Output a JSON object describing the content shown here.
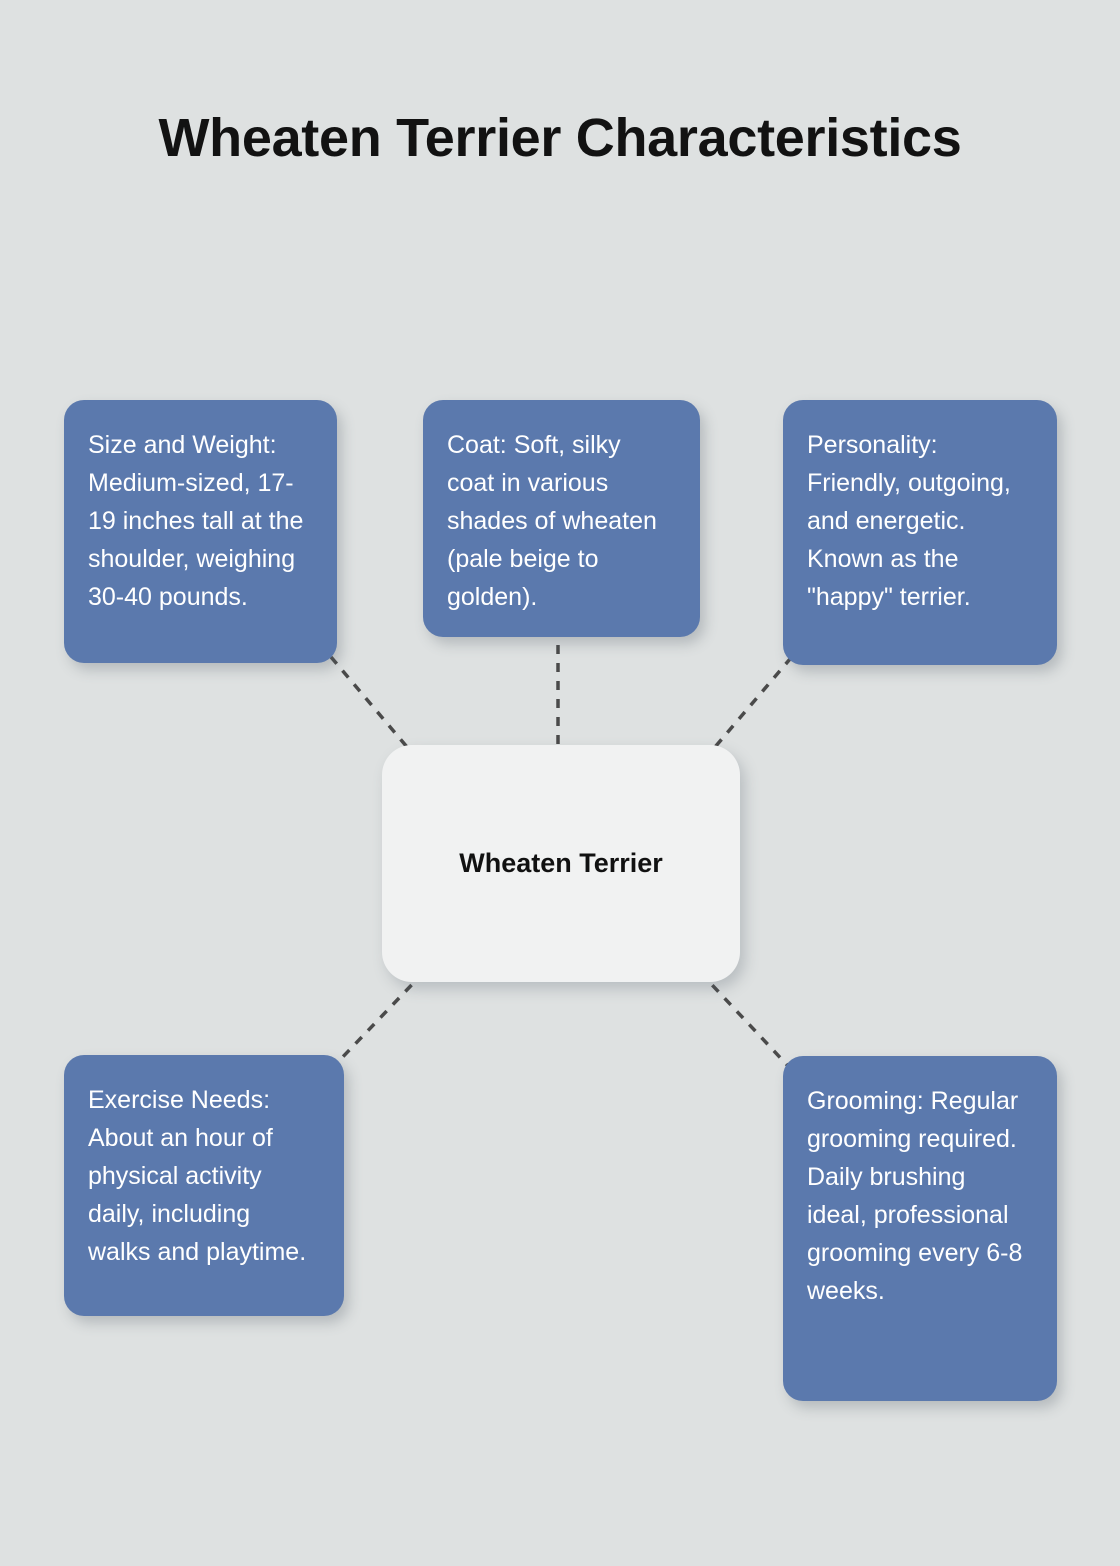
{
  "page": {
    "title": "Wheaten Terrier Characteristics",
    "background_color": "#dee1e1"
  },
  "colors": {
    "background": "#dee1e1",
    "node_fill": "#5b79ad",
    "node_text": "#ffffff",
    "center_fill": "#f1f2f2",
    "center_text": "#111111",
    "title_text": "#121212",
    "connector": "#4a4a4a"
  },
  "center": {
    "label": "Wheaten Terrier"
  },
  "nodes": [
    {
      "id": "size-and-weight",
      "position": "top-left",
      "text": "Size and Weight: Medium-sized, 17-19 inches tall at the shoulder, weighing 30-40 pounds."
    },
    {
      "id": "coat",
      "position": "top-middle",
      "text": "Coat: Soft, silky coat in various shades of wheaten (pale beige to golden)."
    },
    {
      "id": "personality",
      "position": "top-right",
      "text": "Personality: Friendly, outgoing, and energetic. Known as the \"happy\" terrier."
    },
    {
      "id": "exercise-needs",
      "position": "bottom-left",
      "text": "Exercise Needs: About an hour of physical activity daily, including walks and playtime."
    },
    {
      "id": "grooming",
      "position": "bottom-right",
      "text": "Grooming: Regular grooming required. Daily brushing ideal, professional grooming every 6-8 weeks."
    }
  ],
  "connectors": [
    {
      "from": "center",
      "to": "size-and-weight"
    },
    {
      "from": "center",
      "to": "coat"
    },
    {
      "from": "center",
      "to": "personality"
    },
    {
      "from": "center",
      "to": "exercise-needs"
    },
    {
      "from": "center",
      "to": "grooming"
    }
  ]
}
